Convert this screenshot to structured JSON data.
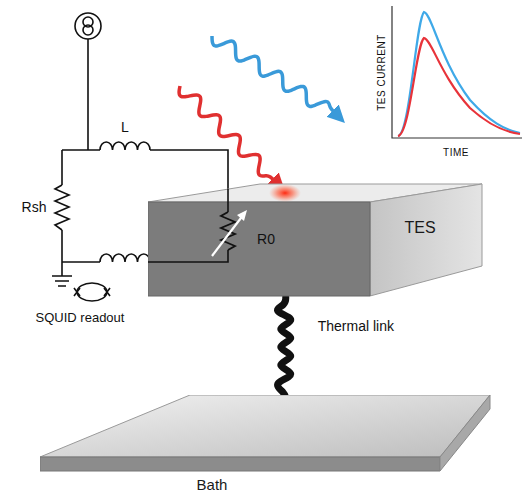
{
  "diagram": {
    "nodes": [
      {
        "text": [
          "TES"
        ]
      },
      {
        "text": [
          "Bath"
        ]
      }
    ],
    "edges": [
      {
        "from": 0,
        "to": 1,
        "arrow": "none",
        "label": "Thermal link"
      }
    ],
    "labels": [
      "TES CURRENT",
      "TIME",
      "Rsh",
      "L",
      "R0",
      "SQUID readout"
    ]
  }
}
